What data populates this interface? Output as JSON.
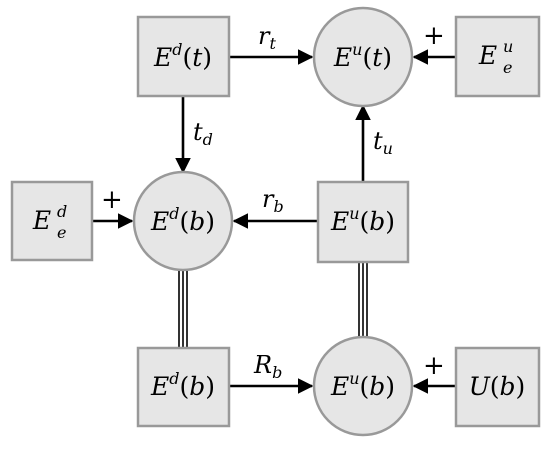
{
  "nodes": {
    "edt": {
      "base": "E",
      "sup": "d",
      "arg": "t",
      "shape": "box"
    },
    "eut": {
      "base": "E",
      "sup": "u",
      "arg": "t",
      "shape": "circle"
    },
    "eue": {
      "base": "E",
      "sup": "u",
      "sub": "e",
      "shape": "box"
    },
    "ede": {
      "base": "E",
      "sup": "d",
      "sub": "e",
      "shape": "box"
    },
    "edb": {
      "base": "E",
      "sup": "d",
      "arg": "b",
      "shape": "circle"
    },
    "eub": {
      "base": "E",
      "sup": "u",
      "arg": "b",
      "shape": "box"
    },
    "edb2": {
      "base": "E",
      "sup": "d",
      "arg": "b",
      "shape": "box"
    },
    "eub2": {
      "base": "E",
      "sup": "u",
      "arg": "b",
      "shape": "circle"
    },
    "ub": {
      "base": "U",
      "arg": "b",
      "shape": "box"
    }
  },
  "edges": {
    "rt": {
      "base": "r",
      "sub": "t"
    },
    "td": {
      "base": "t",
      "sub": "d"
    },
    "tu": {
      "base": "t",
      "sub": "u"
    },
    "rb": {
      "base": "r",
      "sub": "b"
    },
    "Rb": {
      "base": "R",
      "sub": "b"
    }
  },
  "plus_sign": "+"
}
